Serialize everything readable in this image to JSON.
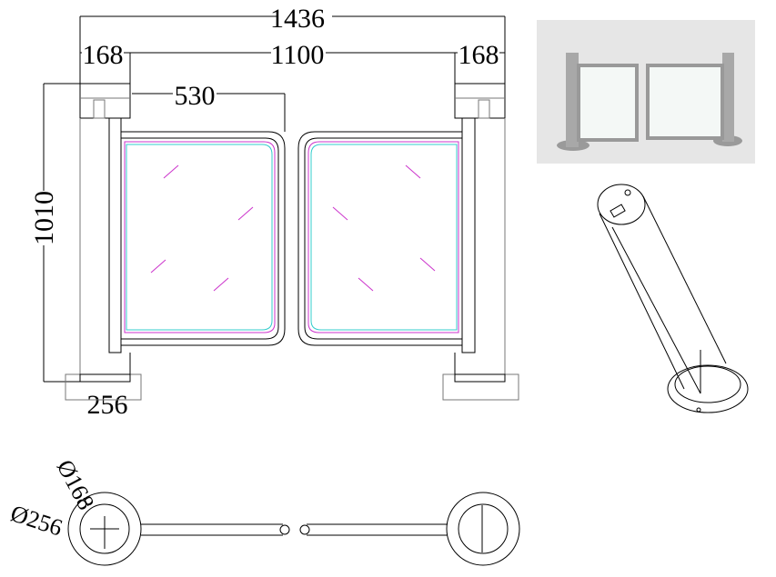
{
  "dimensions": {
    "overall_width": "1436",
    "post_left": "168",
    "passage_width": "1100",
    "post_right": "168",
    "gate_leaf_width": "530",
    "height": "1010",
    "base_width": "256",
    "post_diameter": "Ø168",
    "base_diameter": "Ø256"
  },
  "colors": {
    "line": "#000000",
    "glass_outline": "#cc33cc",
    "glass_inner": "#33cccc",
    "photo_background": "#e6e6e6"
  }
}
